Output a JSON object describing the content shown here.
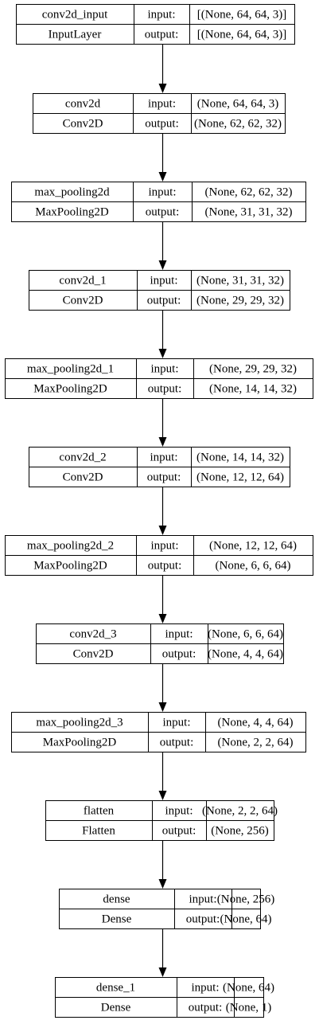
{
  "labels": {
    "input": "input:",
    "output": "output:"
  },
  "layers": [
    {
      "name": "conv2d_input",
      "type": "InputLayer",
      "input": "[(None, 64, 64, 3)]",
      "output": "[(None, 64, 64, 3)]"
    },
    {
      "name": "conv2d",
      "type": "Conv2D",
      "input": "(None, 64, 64, 3)",
      "output": "(None, 62, 62, 32)"
    },
    {
      "name": "max_pooling2d",
      "type": "MaxPooling2D",
      "input": "(None, 62, 62, 32)",
      "output": "(None, 31, 31, 32)"
    },
    {
      "name": "conv2d_1",
      "type": "Conv2D",
      "input": "(None, 31, 31, 32)",
      "output": "(None, 29, 29, 32)"
    },
    {
      "name": "max_pooling2d_1",
      "type": "MaxPooling2D",
      "input": "(None, 29, 29, 32)",
      "output": "(None, 14, 14, 32)"
    },
    {
      "name": "conv2d_2",
      "type": "Conv2D",
      "input": "(None, 14, 14, 32)",
      "output": "(None, 12, 12, 64)"
    },
    {
      "name": "max_pooling2d_2",
      "type": "MaxPooling2D",
      "input": "(None, 12, 12, 64)",
      "output": "(None, 6, 6, 64)"
    },
    {
      "name": "conv2d_3",
      "type": "Conv2D",
      "input": "(None, 6, 6, 64)",
      "output": "(None, 4, 4, 64)"
    },
    {
      "name": "max_pooling2d_3",
      "type": "MaxPooling2D",
      "input": "(None, 4, 4, 64)",
      "output": "(None, 2, 2, 64)"
    },
    {
      "name": "flatten",
      "type": "Flatten",
      "input": "(None, 2, 2, 64)",
      "output": "(None, 256)"
    },
    {
      "name": "dense",
      "type": "Dense",
      "input": "(None, 256)",
      "output": "(None, 64)"
    },
    {
      "name": "dense_1",
      "type": "Dense",
      "input": "(None, 64)",
      "output": "(None, 1)"
    }
  ]
}
